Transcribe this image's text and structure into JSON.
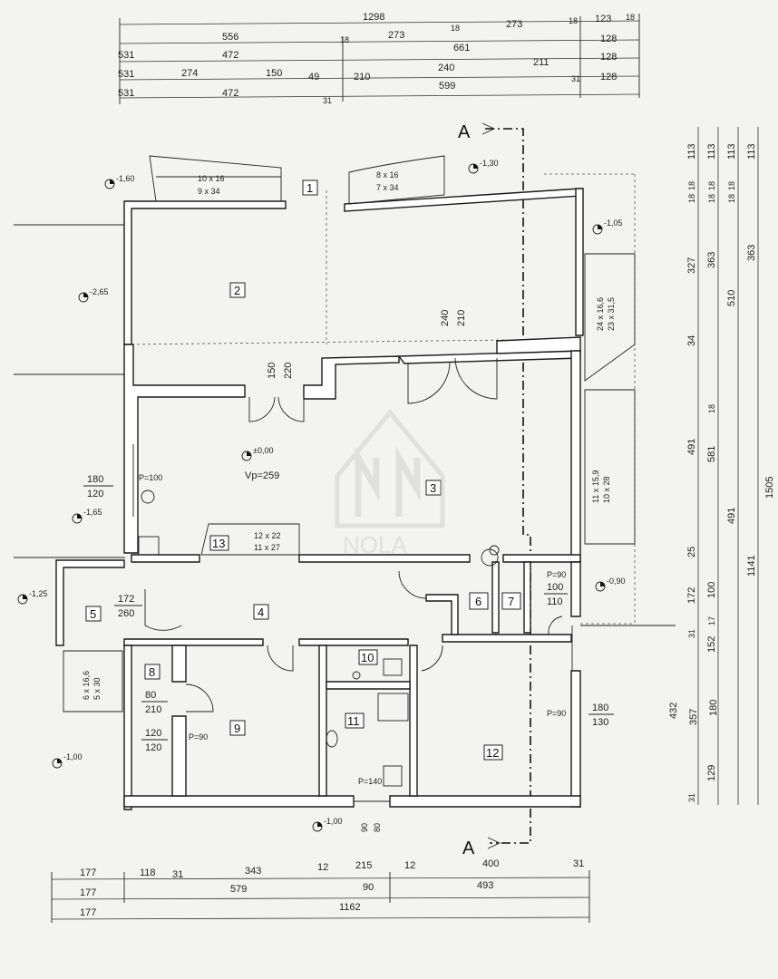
{
  "top_dims": {
    "row1": [
      "1298",
      "556",
      "18",
      "273",
      "18",
      "273",
      "18",
      "123",
      "18"
    ],
    "row2": [
      "531",
      "472",
      "661",
      "128"
    ],
    "row3": [
      "531",
      "274",
      "150",
      "49",
      "210",
      "240",
      "211",
      "128"
    ],
    "row4": [
      "531",
      "472",
      "31",
      "599",
      "31",
      "128"
    ]
  },
  "bottom_dims": {
    "row1": [
      "177",
      "118",
      "31",
      "343",
      "12",
      "215",
      "12",
      "400",
      "31"
    ],
    "row2": [
      "177",
      "579",
      "90",
      "493"
    ],
    "row3": [
      "177",
      "1162"
    ]
  },
  "right_dims": {
    "col1": [
      "113",
      "18",
      "18",
      "327",
      "34",
      "491",
      "25",
      "172",
      "31",
      "432",
      "31"
    ],
    "col2": [
      "113",
      "18",
      "18",
      "363",
      "18",
      "581",
      "100",
      "17",
      "152",
      "357",
      "129"
    ],
    "col3": [
      "113",
      "18",
      "18",
      "510",
      "491",
      "180"
    ],
    "col4": [
      "113",
      "363",
      "1505",
      "1141"
    ]
  },
  "rooms": [
    "1",
    "2",
    "3",
    "4",
    "5",
    "6",
    "7",
    "8",
    "9",
    "10",
    "11",
    "12",
    "13"
  ],
  "stairs": {
    "s1": "10 x 16",
    "s1b": "9 x 34",
    "s2": "8 x 16",
    "s2b": "7 x 34",
    "s3": "24 x 16,6",
    "s3b": "23 x 31,5",
    "s4": "11 x 15,9",
    "s4b": "10 x 28",
    "s5": "12 x 22",
    "s5b": "11 x 27",
    "s6": "6 x 16,6",
    "s6b": "5 x 30"
  },
  "levels": {
    "l1": "-1,60",
    "l2": "-1,30",
    "l3": "-1,05",
    "l4": "-2,65",
    "l5": "±0,00",
    "l6": "-1,65",
    "l7": "-1,25",
    "l8": "-0,90",
    "l9": "-1,00",
    "l10": "-1,00"
  },
  "openings": {
    "o1a": "150",
    "o1b": "220",
    "o2a": "240",
    "o2b": "210",
    "o3a": "180",
    "o3b": "120",
    "o4a": "172",
    "o4b": "260",
    "o5a": "80",
    "o5b": "210",
    "o6a": "120",
    "o6b": "120",
    "o7a": "100",
    "o7b": "110",
    "o8a": "180",
    "o8b": "130",
    "o9a": "90",
    "o9b": "80"
  },
  "labels": {
    "vp": "Vp=259",
    "p100": "P=100",
    "p90a": "P=90",
    "p90b": "P=90",
    "p90c": "P=90",
    "p140": "P=140",
    "section": "A"
  },
  "watermark": "NOLA"
}
